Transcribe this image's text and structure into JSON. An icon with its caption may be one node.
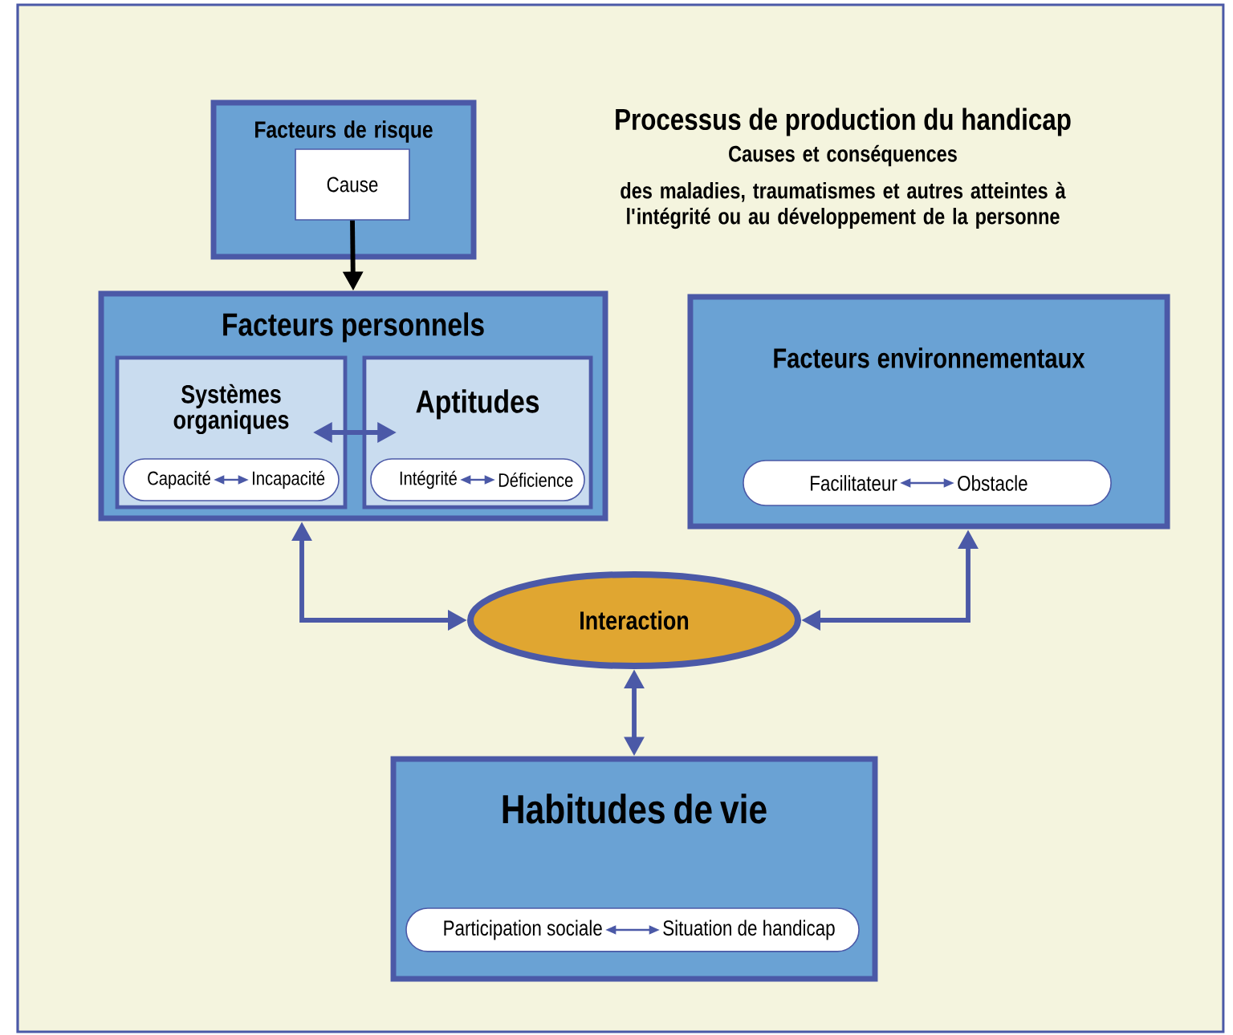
{
  "diagram": {
    "title": "Processus de production du handicap",
    "nodes": [
      {
        "text": [
          "Facteurs de risque"
        ]
      },
      {
        "text": [
          "Cause"
        ],
        "in": 0
      },
      {
        "text": [
          "Facteurs personnels"
        ]
      },
      {
        "text": [
          "Systèmes organiques"
        ],
        "in": 2
      },
      {
        "text": [],
        "shape": "pill",
        "in": 3
      },
      {
        "text": [
          "Capacité"
        ],
        "in": 4
      },
      {
        "text": [
          "Incapacité"
        ],
        "in": 4
      },
      {
        "text": [
          "Aptitudes"
        ],
        "in": 2
      },
      {
        "text": [],
        "shape": "pill",
        "in": 7
      },
      {
        "text": [
          "Intégrité"
        ],
        "in": 8
      },
      {
        "text": [
          "Déficience"
        ],
        "in": 8
      },
      {
        "text": [
          "Facteurs environnementaux"
        ]
      },
      {
        "text": [],
        "shape": "pill",
        "in": 11
      },
      {
        "text": [
          "Facilitateur"
        ],
        "in": 12
      },
      {
        "text": [
          "Obstacle"
        ],
        "in": 12
      },
      {
        "text": [
          "Interaction"
        ]
      },
      {
        "text": [
          "Habitudes de vie"
        ]
      },
      {
        "text": [],
        "shape": "pill",
        "in": 16
      },
      {
        "text": [
          "Participation sociale"
        ],
        "in": 17
      },
      {
        "text": [
          "Situation de handicap"
        ],
        "in": 17
      }
    ],
    "edges": [
      {
        "from": 1,
        "to": 2,
        "arrow": "to",
        "color": "#000000"
      },
      {
        "from": 3,
        "to": 7,
        "arrow": "both"
      },
      {
        "from": 5,
        "to": 6,
        "arrow": "both"
      },
      {
        "from": 9,
        "to": 10,
        "arrow": "both"
      },
      {
        "from": 13,
        "to": 14,
        "arrow": "both"
      },
      {
        "from": 15,
        "to": 2,
        "arrow": "both"
      },
      {
        "from": 15,
        "to": 11,
        "arrow": "both"
      },
      {
        "from": 15,
        "to": 16,
        "arrow": "both"
      },
      {
        "from": 18,
        "to": 19,
        "arrow": "both"
      }
    ],
    "labels": [
      "Causes et conséquences",
      "des maladies, traumatismes et autres atteintes à l'intégrité ou au développement de la personne"
    ]
  }
}
